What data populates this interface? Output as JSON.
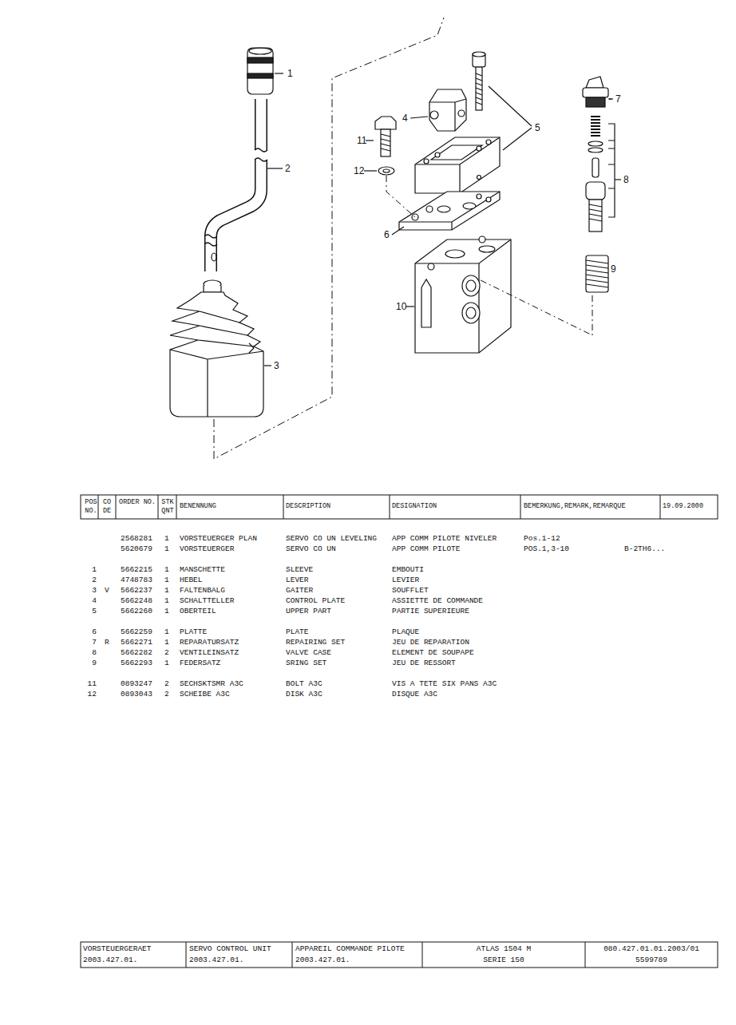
{
  "diagram": {
    "labels": [
      "1",
      "2",
      "3",
      "4",
      "5",
      "11",
      "12",
      "6",
      "7",
      "8",
      "9",
      "10",
      "POS NO.",
      "CO DE",
      "ORDER NO.",
      "STK QNT",
      "BENENNUNG",
      "DESCRIPTION",
      "DESIGNATION",
      "BEMERKUNG,REMARK,REMARQUE",
      "19.09.2000",
      "2568281",
      "1",
      "VORSTEUERGER PLAN",
      "SERVO CO UN LEVELING",
      "APP COMM PILOTE NIVELER",
      "Pos.1-12",
      "5620679",
      "1",
      "VORSTEUERGER",
      "SERVO CO UN",
      "APP COMM PILOTE",
      "POS.1,3-10",
      "B-2TH6...",
      "1",
      "5662215",
      "1",
      "MANSCHETTE",
      "SLEEVE",
      "EMBOUTI",
      "2",
      "4748783",
      "1",
      "HEBEL",
      "LEVER",
      "LEVIER",
      "3",
      "V",
      "5662237",
      "1",
      "FALTENBALG",
      "GAITER",
      "SOUFFLET",
      "4",
      "5662248",
      "1",
      "SCHALTTELLER",
      "CONTROL PLATE",
      "ASSIETTE DE COMMANDE",
      "5",
      "5662260",
      "1",
      "OBERTEIL",
      "UPPER PART",
      "PARTIE SUPERIEURE",
      "6",
      "5662259",
      "1",
      "PLATTE",
      "PLATE",
      "PLAQUE",
      "7",
      "R",
      "5662271",
      "1",
      "REPARATURSATZ",
      "REPAIRING SET",
      "JEU DE REPARATION",
      "8",
      "5662282",
      "2",
      "VENTILEINSATZ",
      "VALVE CASE",
      "ELEMENT DE SOUPAPE",
      "9",
      "5662293",
      "1",
      "FEDERSATZ",
      "SRING SET",
      "JEU DE RESSORT",
      "11",
      "0893247",
      "2",
      "SECHSKTSMR A3C",
      "BOLT A3C",
      "VIS A TETE SIX PANS A3C",
      "12",
      "0893043",
      "2",
      "SCHEIBE A3C",
      "DISK A3C",
      "DISQUE A3C",
      "VORSTEUERGERAET",
      "2003.427.01.",
      "SERVO CONTROL UNIT",
      "2003.427.01.",
      "APPAREIL COMMANDE PILOTE",
      "2003.427.01.",
      "ATLAS 1504 M",
      "SERIE 150",
      "080.427.01.01.2003/01",
      "5599789"
    ]
  }
}
